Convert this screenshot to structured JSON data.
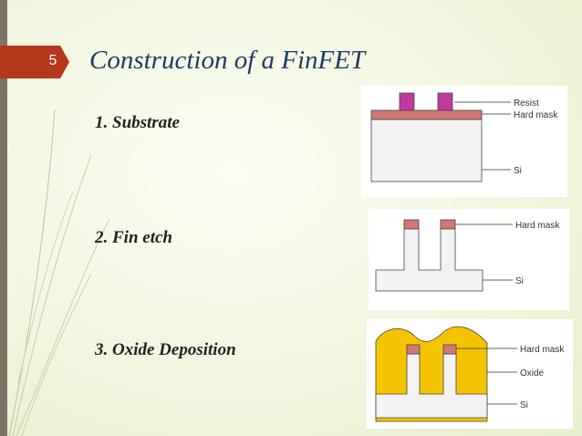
{
  "slide": {
    "number": "5",
    "title": "Construction of a FinFET",
    "steps": [
      "1. Substrate",
      "2. Fin etch",
      "3. Oxide Deposition"
    ]
  },
  "figures": {
    "substrate": {
      "labels": [
        "Resist",
        "Hard mask",
        "Si"
      ]
    },
    "fin_etch": {
      "labels": [
        "Hard mask",
        "Si"
      ]
    },
    "oxide": {
      "labels": [
        "Hard mask",
        "Oxide",
        "Si"
      ]
    }
  },
  "colors": {
    "accent_tab": "#b5371c",
    "title_text": "#1f3a5f",
    "resist": "#c0399c",
    "hard_mask": "#cf7876",
    "silicon": "#f2f2f2",
    "oxide": "#f5c400"
  }
}
